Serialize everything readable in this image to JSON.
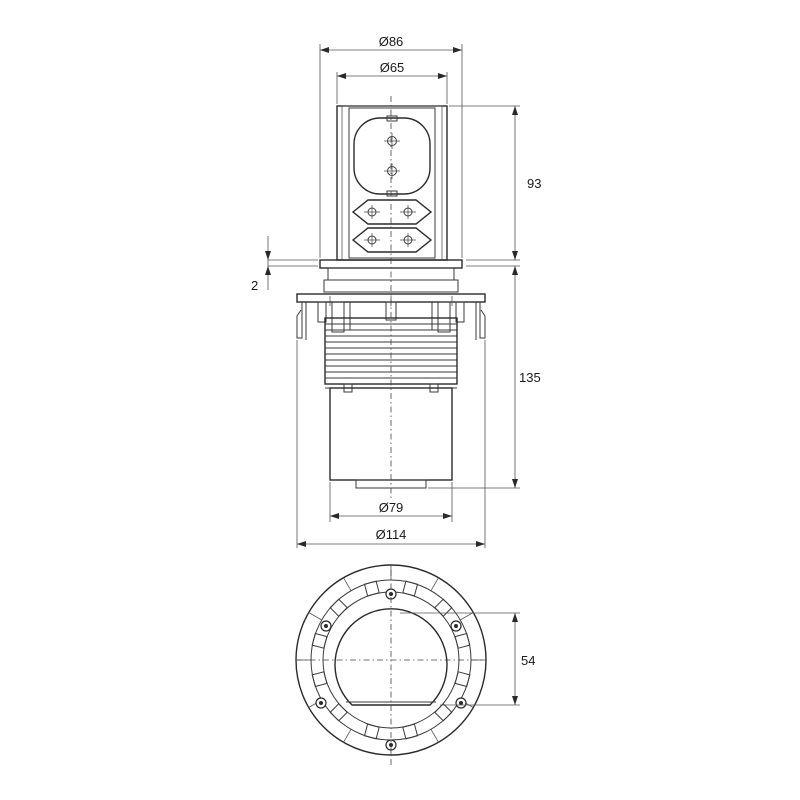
{
  "dimensions": {
    "d86": "Ø86",
    "d65": "Ø65",
    "h93": "93",
    "t2": "2",
    "h135": "135",
    "d79": "Ø79",
    "d114": "Ø114",
    "w54": "54"
  },
  "colors": {
    "line": "#2a2a2a",
    "background": "#ffffff"
  }
}
